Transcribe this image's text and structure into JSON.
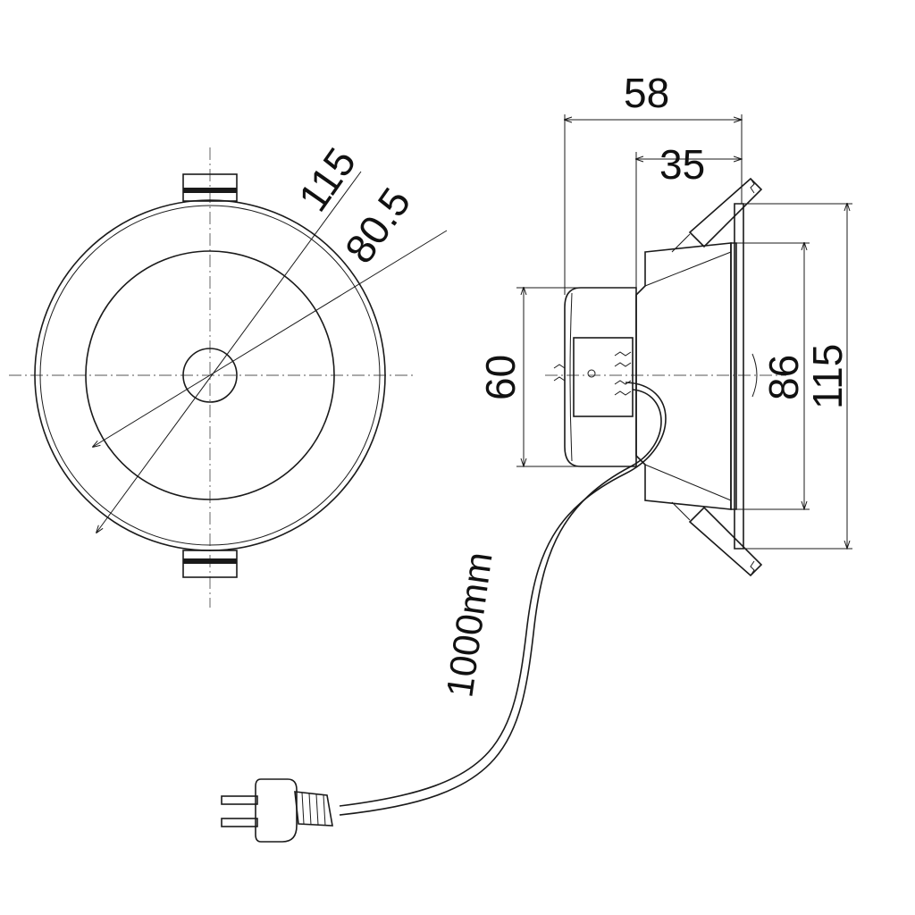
{
  "dimensions": {
    "front_outer_diameter": "115",
    "front_inner_diameter": "80.5",
    "side_total_depth": "58",
    "side_body_depth": "35",
    "side_driver_height": "60",
    "side_inner_diameter": "86",
    "side_outer_diameter": "115",
    "cable_length": "1000mm"
  }
}
